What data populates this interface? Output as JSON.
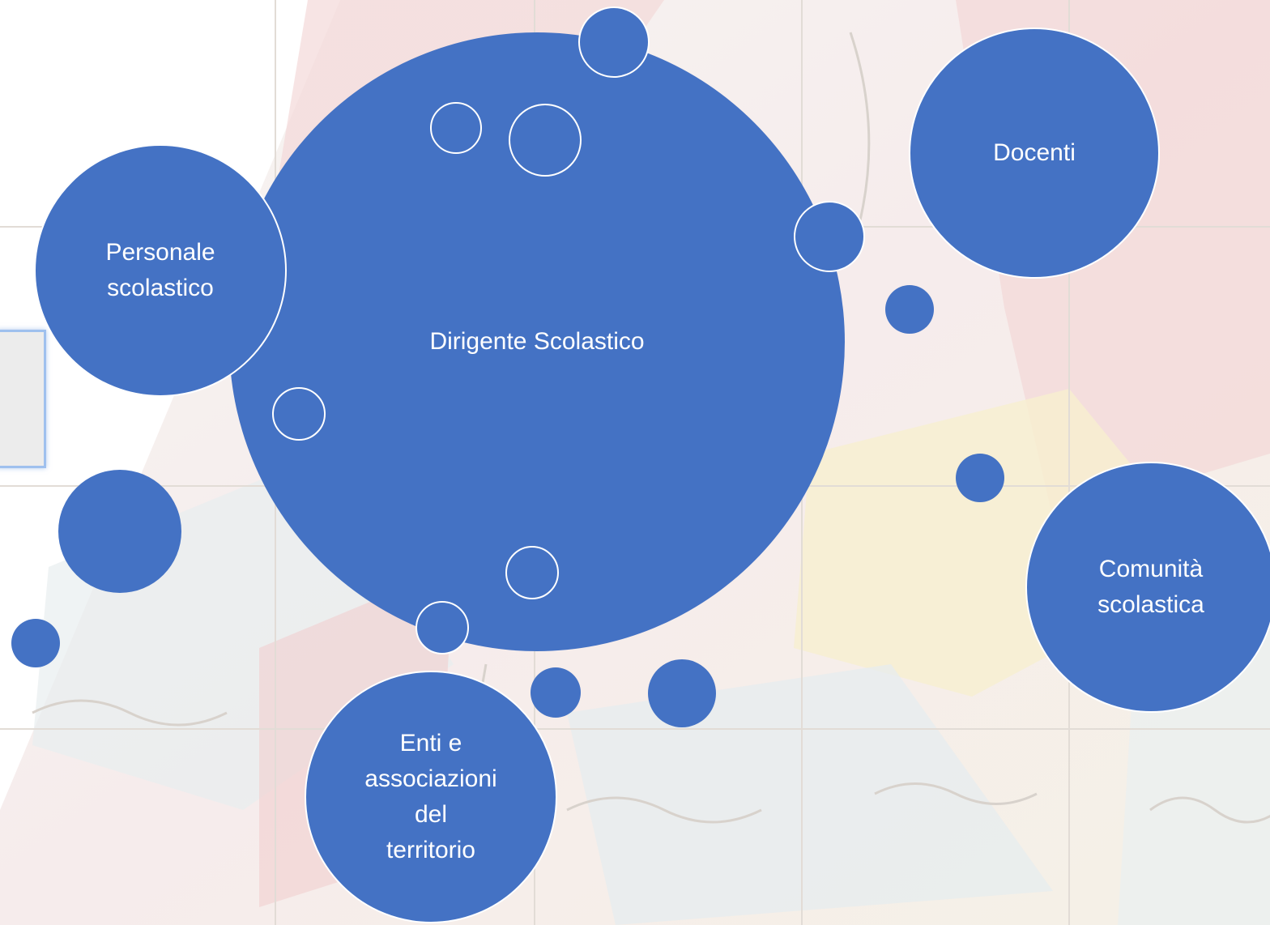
{
  "diagram": {
    "center": {
      "label": "Dirigente Scolastico"
    },
    "nodes": [
      {
        "id": "personale",
        "label": "Personale\nscolastico"
      },
      {
        "id": "docenti",
        "label": "Docenti"
      },
      {
        "id": "comunita",
        "label": "Comunità\nscolastica"
      },
      {
        "id": "enti",
        "label": "Enti e\nassociazioni\ndel\nterritorio"
      }
    ]
  },
  "colors": {
    "node_fill": "#4472C4",
    "node_text": "#ffffff",
    "outline": "#ffffff"
  }
}
